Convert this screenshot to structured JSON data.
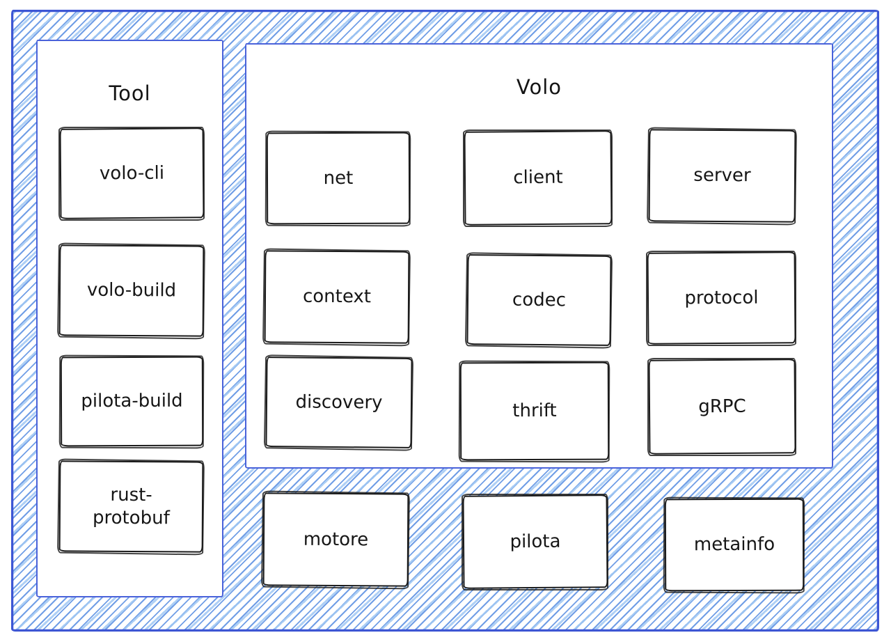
{
  "diagram": {
    "tool_panel": {
      "title": "Tool",
      "items": [
        "volo-cli",
        "volo-build",
        "pilota-build",
        "rust-protobuf"
      ]
    },
    "volo_panel": {
      "title": "Volo",
      "items": [
        "net",
        "client",
        "server",
        "context",
        "codec",
        "protocol",
        "discovery",
        "thrift",
        "gRPC"
      ]
    },
    "standalone_items": [
      "motore",
      "pilota",
      "metainfo"
    ],
    "colors": {
      "frame_border": "#3d56d4",
      "panel_border": "#4a62da",
      "hatch_blue": "#4d86e0",
      "hatch_light_blue": "#a0c7f3",
      "node_border": "#1b1b1b",
      "text": "#161616",
      "background": "#ffffff"
    },
    "style": "hand-drawn-sketch"
  }
}
